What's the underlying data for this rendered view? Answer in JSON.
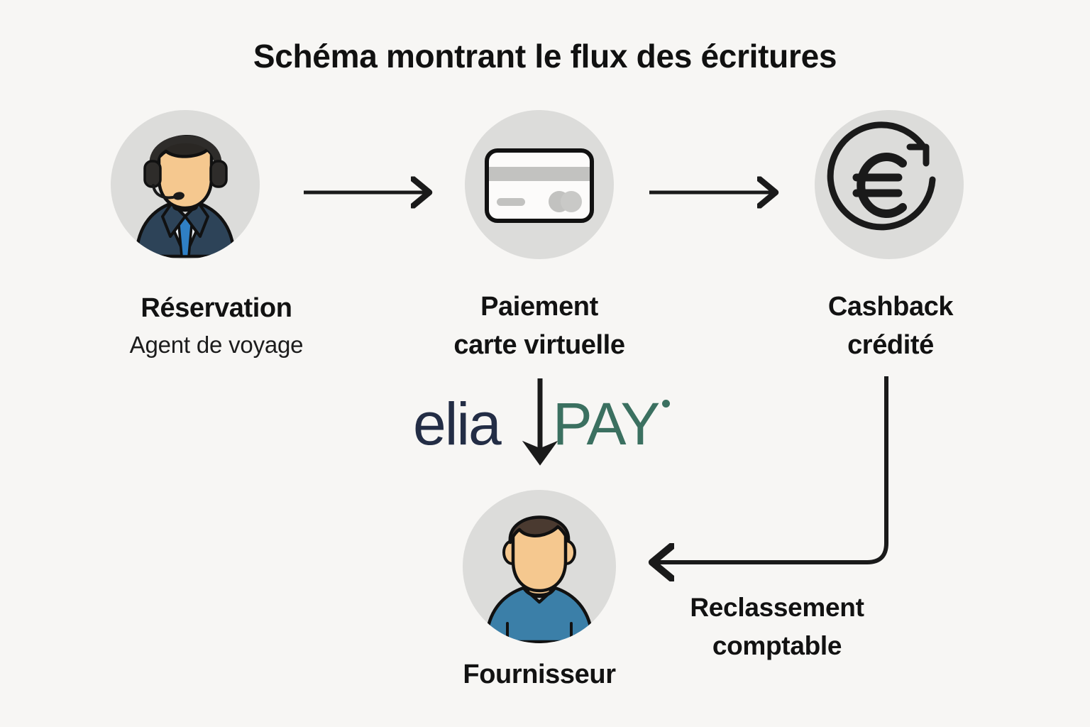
{
  "page": {
    "title": "Schéma montrant le flux des écritures",
    "background_color": "#f7f6f4",
    "circle_color": "#dcdcda",
    "line_color": "#1a1a1a"
  },
  "nodes": [
    {
      "id": "reservation",
      "icon": "travel-agent-headset-icon",
      "label": "Réservation",
      "sublabel": "Agent de voyage"
    },
    {
      "id": "paiement",
      "icon": "credit-card-icon",
      "label_line1": "Paiement",
      "label_line2": "carte virtuelle"
    },
    {
      "id": "cashback",
      "icon": "euro-refresh-icon",
      "label_line1": "Cashback",
      "label_line2": "crédité"
    },
    {
      "id": "fournisseur",
      "icon": "supplier-person-icon",
      "label": "Fournisseur"
    }
  ],
  "brand": {
    "name_left": "elia",
    "name_right": "PAY",
    "color_left": "#232d45",
    "color_right": "#3b7060"
  },
  "edges": [
    {
      "id": "reservation-to-paiement",
      "label": "",
      "direction": "right"
    },
    {
      "id": "paiement-to-cashback",
      "label": "",
      "direction": "right"
    },
    {
      "id": "paiement-to-fournisseur",
      "label": "",
      "direction": "down"
    },
    {
      "id": "cashback-to-fournisseur",
      "label_line1": "Reclassement",
      "label_line2": "comptable",
      "direction": "left"
    }
  ]
}
